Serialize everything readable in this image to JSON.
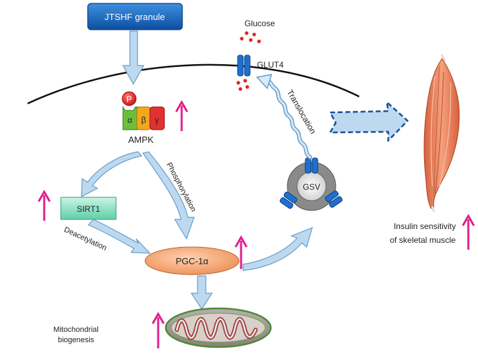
{
  "nodes": {
    "granule": "JTSHF granule",
    "ampk": "AMPK",
    "ampk_subunits": [
      "α",
      "β",
      "γ"
    ],
    "phosphate": "P",
    "sirt1": "SIRT1",
    "pgc1a": "PGC-1α",
    "gsv": "GSV",
    "glucose": "Glucose",
    "glut4": "GLUT4"
  },
  "edges": {
    "phosphorylation": "Phosphorylation",
    "deacetylation": "Deacetylation",
    "translocation": "Translocation"
  },
  "outcomes": {
    "mito_line1": "Mitochondrial",
    "mito_line2": "biogenesis",
    "insulin_line1": "Insulin sensitivity",
    "insulin_line2": "of skeletal muscle"
  },
  "colors": {
    "up_arrow": "#e0208f",
    "flow_arrow": "#bcd9f0",
    "flow_arrow_stroke": "#6a9cc6",
    "granule_box": "#1565c0",
    "sirt1_box": "#8fe0c8",
    "pgc1a_ellipse": "#f0a070",
    "alpha": "#6dbf3a",
    "beta": "#f2a81d",
    "gamma": "#e33030",
    "phosphate": "#e02424",
    "muscle": "#e8825e"
  }
}
